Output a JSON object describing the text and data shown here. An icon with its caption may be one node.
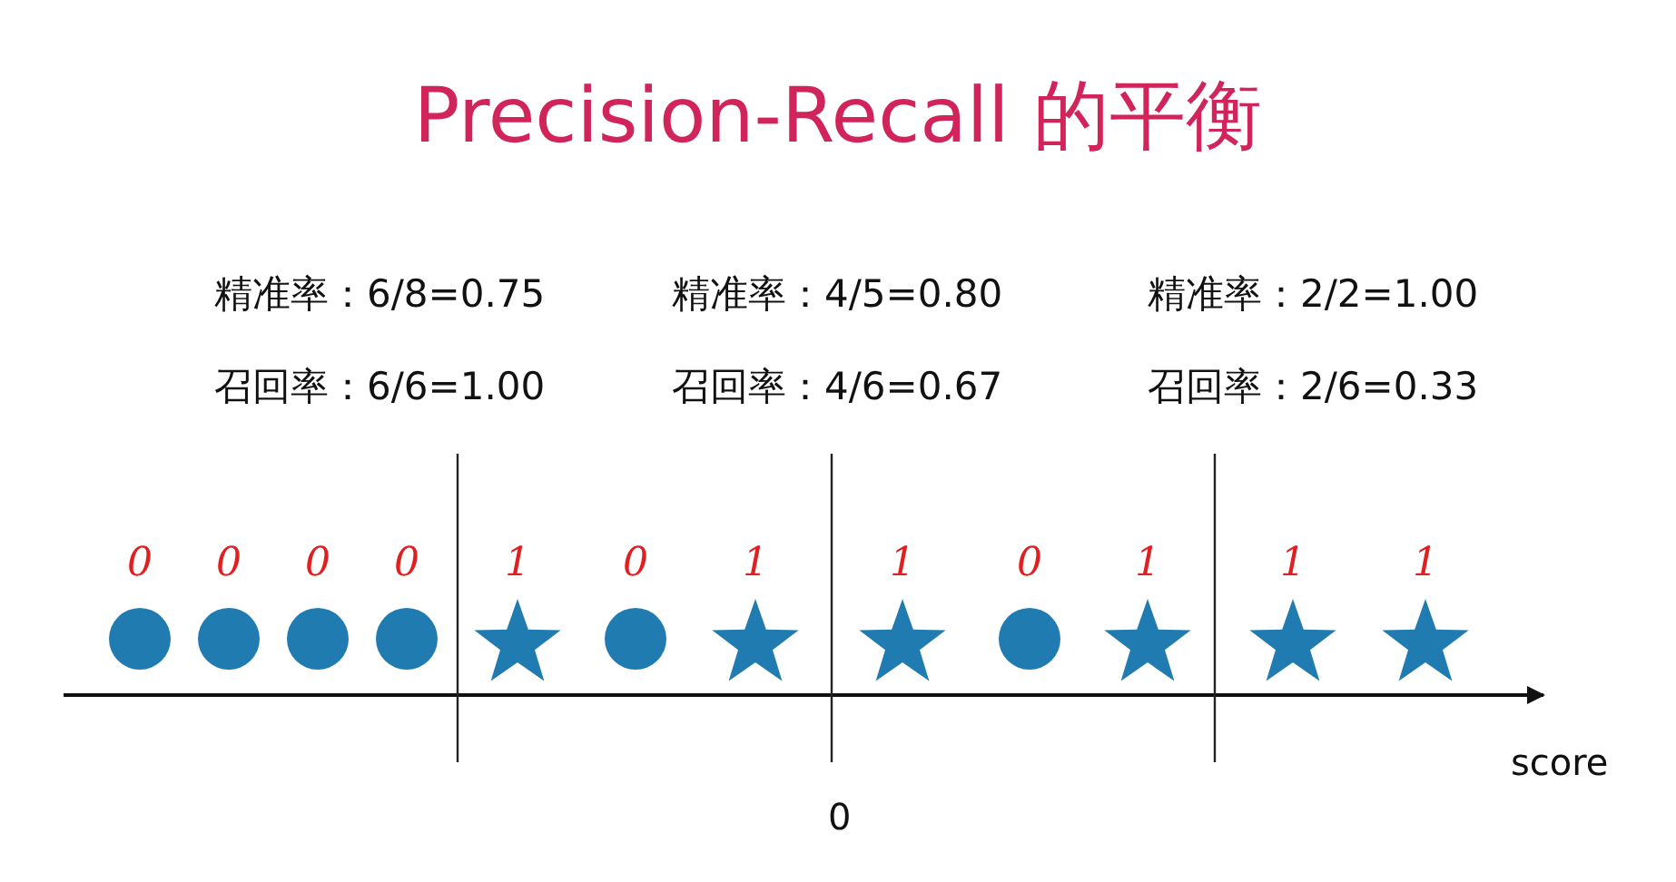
{
  "diagram": {
    "title": "Precision-Recall 的平衡",
    "labels": [
      "精准率：6/8=0.75",
      "精准率：4/5=0.80",
      "精准率：2/2=1.00",
      "召回率：6/6=1.00",
      "召回率：4/6=0.67",
      "召回率：2/6=0.33",
      "0",
      "0",
      "0",
      "0",
      "1",
      "0",
      "1",
      "1",
      "0",
      "1",
      "1",
      "1",
      "score",
      "0"
    ]
  }
}
